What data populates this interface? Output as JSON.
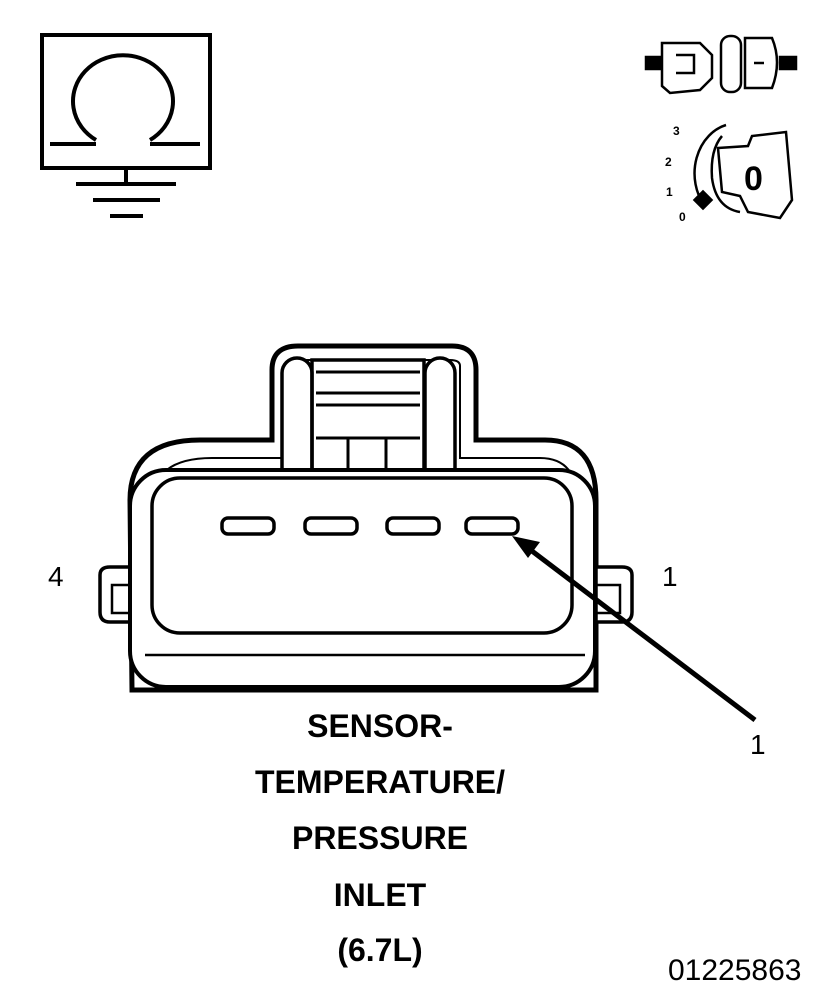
{
  "title_lines": [
    "SENSOR-",
    "TEMPERATURE/",
    "PRESSURE",
    "INLET",
    "(6.7L)"
  ],
  "pin_labels": {
    "left": "4",
    "right": "1",
    "callout": "1"
  },
  "figure_id": "01225863",
  "ignition_positions": [
    "3",
    "2",
    "1",
    "0"
  ],
  "key_symbol": "0",
  "icons": [
    "ohm-ground-icon",
    "connector-icon",
    "ignition-key-icon"
  ]
}
